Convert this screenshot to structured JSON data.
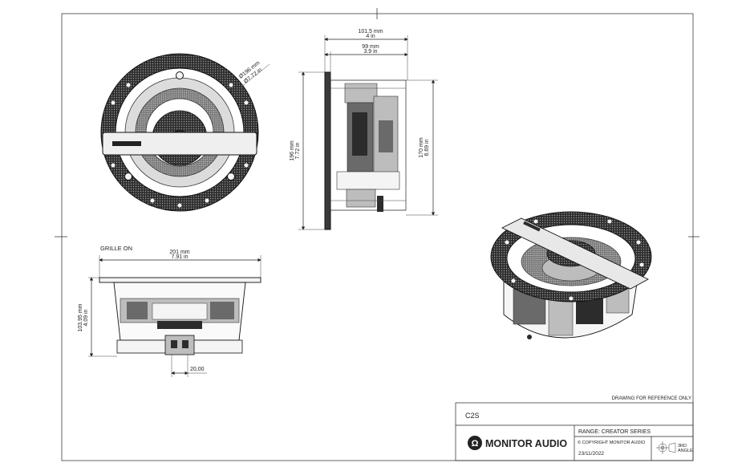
{
  "dimensions": {
    "front_diameter_mm": "Ø196 mm",
    "front_diameter_in": "Ø7.72 in",
    "side_depth_total_mm": "101.5 mm",
    "side_depth_total_in": "4 in",
    "side_depth_body_mm": "99 mm",
    "side_depth_body_in": "3.9 in",
    "side_height_outer_mm": "196 mm",
    "side_height_outer_in": "7.72 in",
    "side_height_inner_mm": "170 mm",
    "side_height_inner_in": "6.69 in",
    "grille_label": "GRILLE ON",
    "grille_width_mm": "201 mm",
    "grille_width_in": "7.91 in",
    "grille_height_mm": "103.95 mm",
    "grille_height_in": "4.09 in",
    "small_dim": "20,00"
  },
  "title_block": {
    "note": "DRAWING FOR REFERENCE ONLY",
    "model": "C2S",
    "brand": "MONITOR AUDIO",
    "range": "RANGE: CREATOR SERIES",
    "copyright": "© COPYRIGHT MONITOR AUDIO",
    "date": "23/11/2022",
    "projection": "3RD ANGLE",
    "logo_glyph": "Ω"
  }
}
